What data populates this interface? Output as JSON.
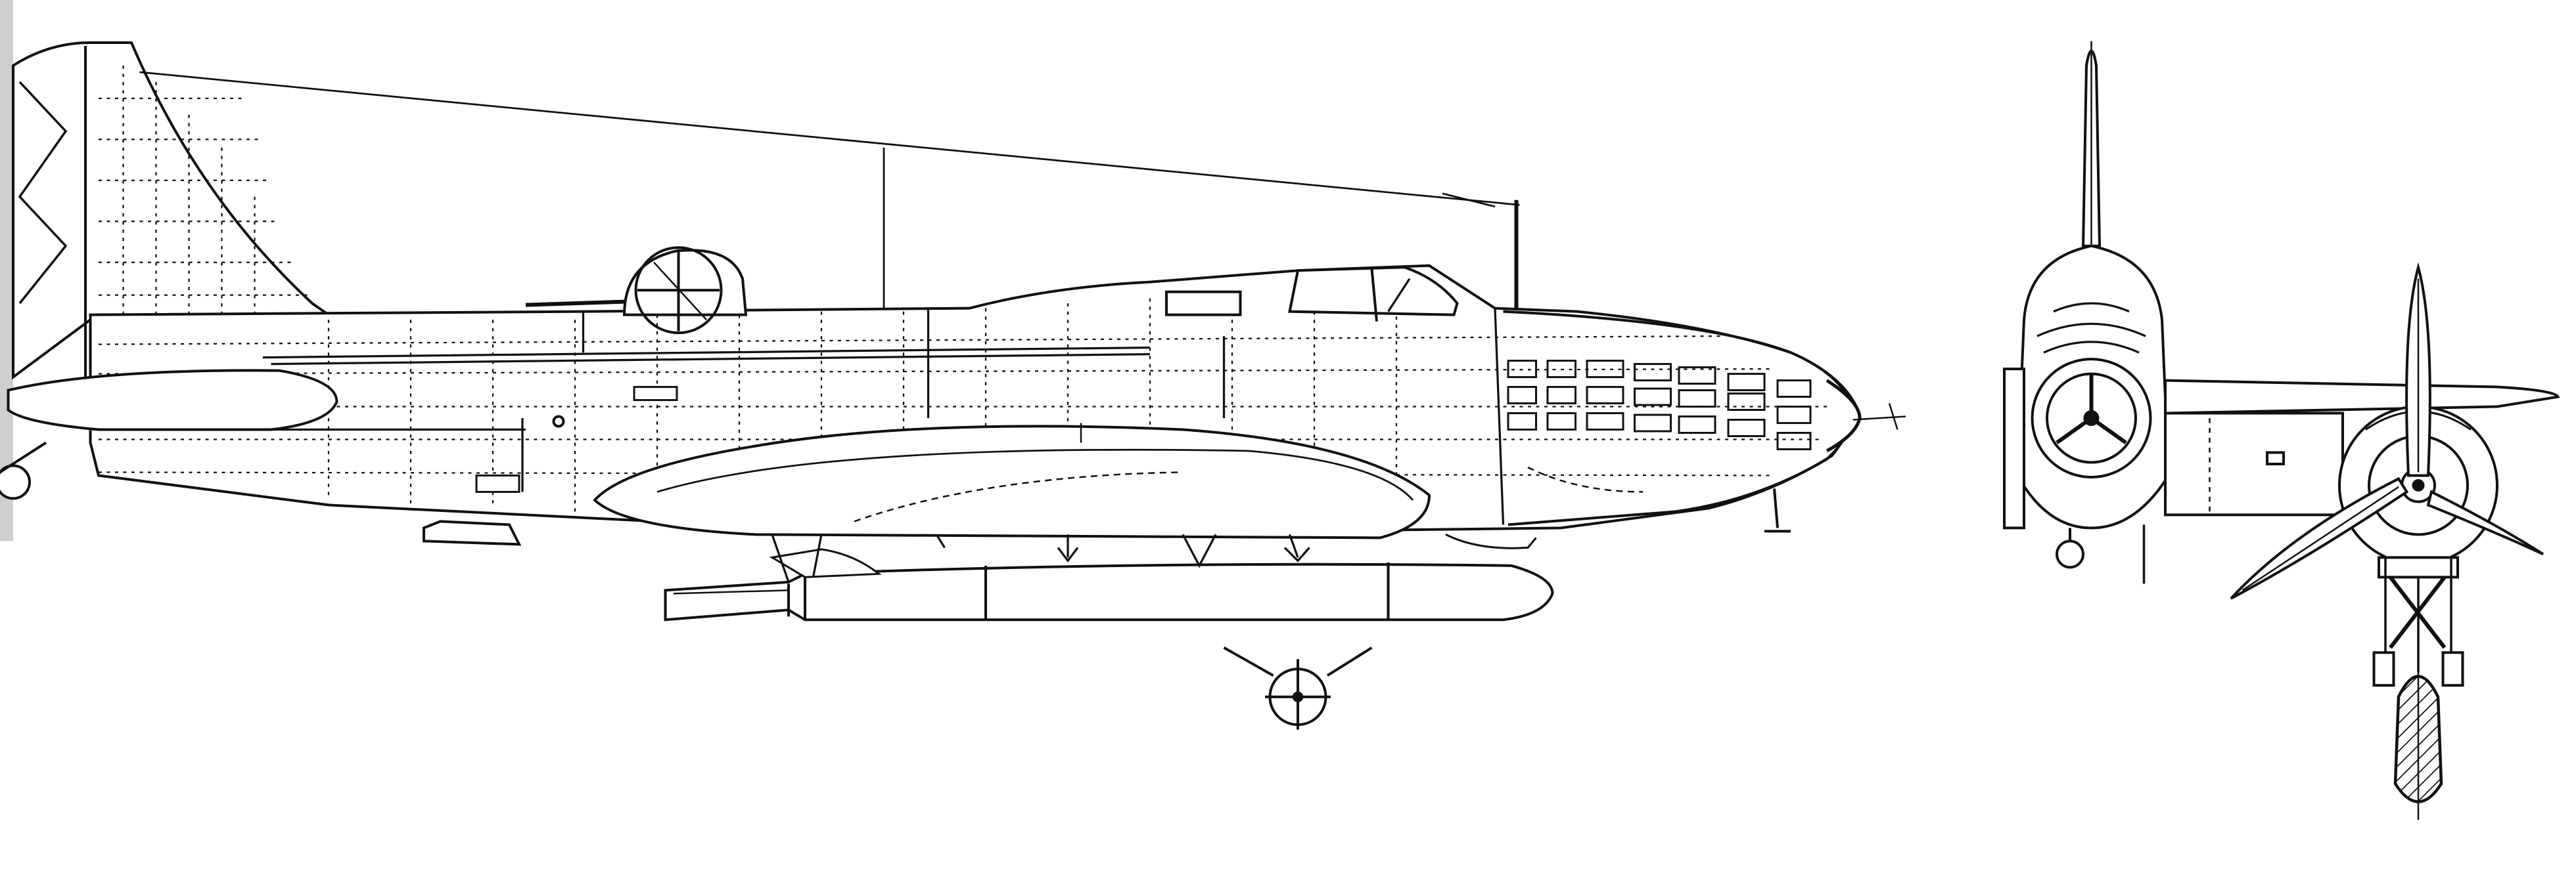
{
  "drawing": {
    "views": [
      "side-view",
      "front-view",
      "weapon-cross-section"
    ],
    "colors": {
      "background": "#ffffff",
      "ink": "#111111",
      "shading": "#b8b8b8"
    },
    "line_styles": [
      "solid-outline",
      "dotted-panel-lines",
      "dashed-hidden-lines",
      "hatched-wheel"
    ]
  }
}
